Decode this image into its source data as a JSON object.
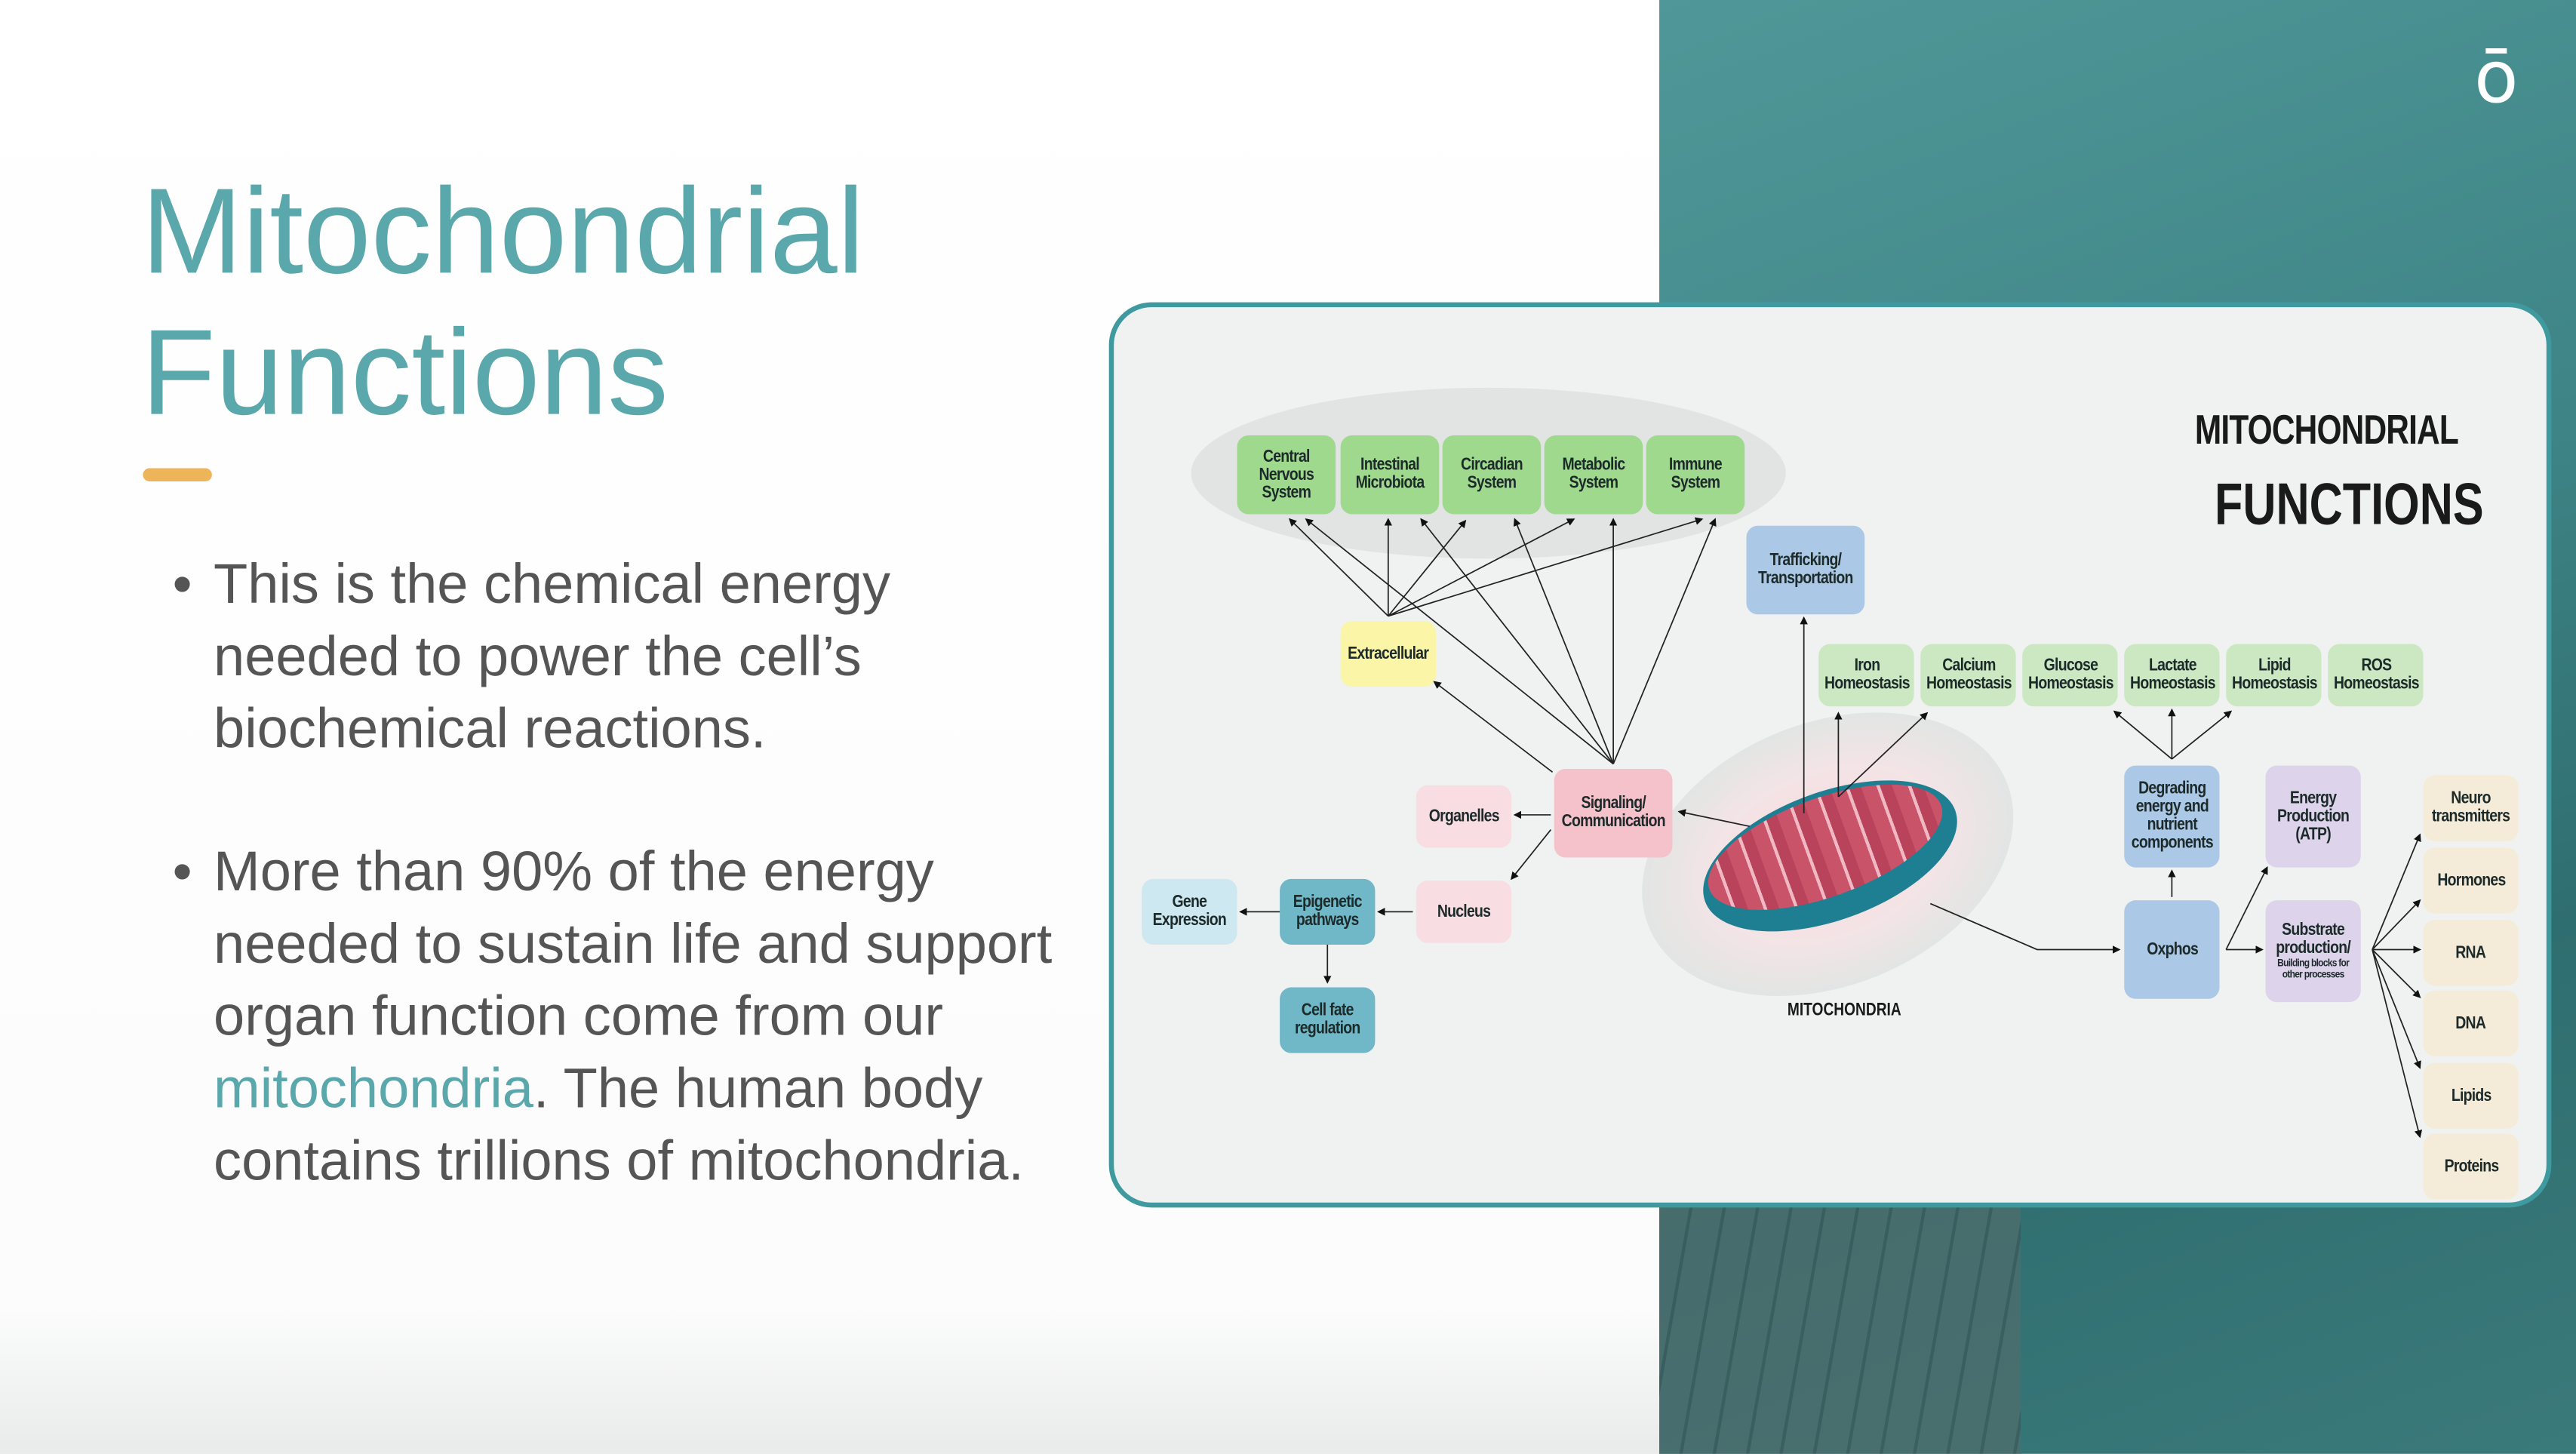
{
  "slide": {
    "title_lines": [
      "Mitochondrial",
      "Functions"
    ],
    "bullets": [
      {
        "text": "This is the chemical energy needed to power the cell’s biochemical reactions."
      },
      {
        "before": "More than 90% of the energy needed to sustain life and support organ function come from our ",
        "highlight": "mitochondria",
        "after": ". The human body contains trillions of mitochondria."
      }
    ],
    "logo": "ō",
    "accent_color": "#5aa8ab",
    "bar_color": "#eeb45a"
  },
  "diagram": {
    "title_line1": "MITOCHONDRIAL",
    "title_line2": "FUNCTIONS",
    "mitochondria_label": "MITOCHONDRIA",
    "systems": [
      "Central Nervous System",
      "Intestinal Microbiota",
      "Circadian System",
      "Metabolic System",
      "Immune System"
    ],
    "trafficking": "Trafficking/ Transportation",
    "extracellular": "Extracellular",
    "homeostasis": [
      "Iron Homeostasis",
      "Calcium Homeostasis",
      "Glucose Homeostasis",
      "Lactate Homeostasis",
      "Lipid Homeostasis",
      "ROS Homeostasis"
    ],
    "signaling": "Signaling/ Communication",
    "organelles": "Organelles",
    "nucleus": "Nucleus",
    "epigenetic": "Epigenetic pathways",
    "gene_expression": "Gene Expression",
    "cell_fate": "Cell fate regulation",
    "degrading": "Degrading energy and nutrient components",
    "oxphos": "Oxphos",
    "energy_production": "Energy Production (ATP)",
    "substrate": "Substrate production/",
    "substrate_sub": "Building blocks for other processes",
    "outputs": [
      "Neuro transmitters",
      "Hormones",
      "RNA",
      "DNA",
      "Lipids",
      "Proteins"
    ]
  }
}
